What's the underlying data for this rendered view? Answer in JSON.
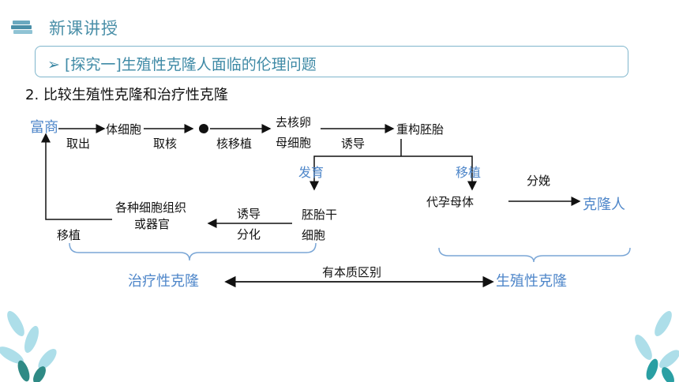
{
  "header": {
    "title": "新课讲授"
  },
  "banner": {
    "text": "➢  [探究一]生殖性克隆人面临的伦理问题"
  },
  "subtitle": "2. 比较生殖性克隆和治疗性克隆",
  "diagram": {
    "nodes": {
      "rich": "富商",
      "takeout": "取出",
      "somatic": "体细胞",
      "take_nucleus": "取核",
      "nuclear_transfer": "核移植",
      "enucleated_1": "去核卵",
      "enucleated_2": "母细胞",
      "induce": "诱导",
      "reconstructed_embryo": "重构胚胎",
      "develop": "发育",
      "transplant_top": "移植",
      "delivery": "分娩",
      "surrogate": "代孕母体",
      "clone_human": "克隆人",
      "stem_1": "胚胎干",
      "stem_2": "细胞",
      "induce2_1": "诱导",
      "induce2_2": "分化",
      "tissues_1": "各种细胞组织",
      "tissues_2": "或器官",
      "transplant_bottom": "移植",
      "therapeutic": "治疗性克隆",
      "reproductive": "生殖性克隆",
      "difference": "有本质区别"
    },
    "colors": {
      "accent": "#4e86c9",
      "line": "#111111",
      "brace": "#7aa6d6"
    }
  }
}
